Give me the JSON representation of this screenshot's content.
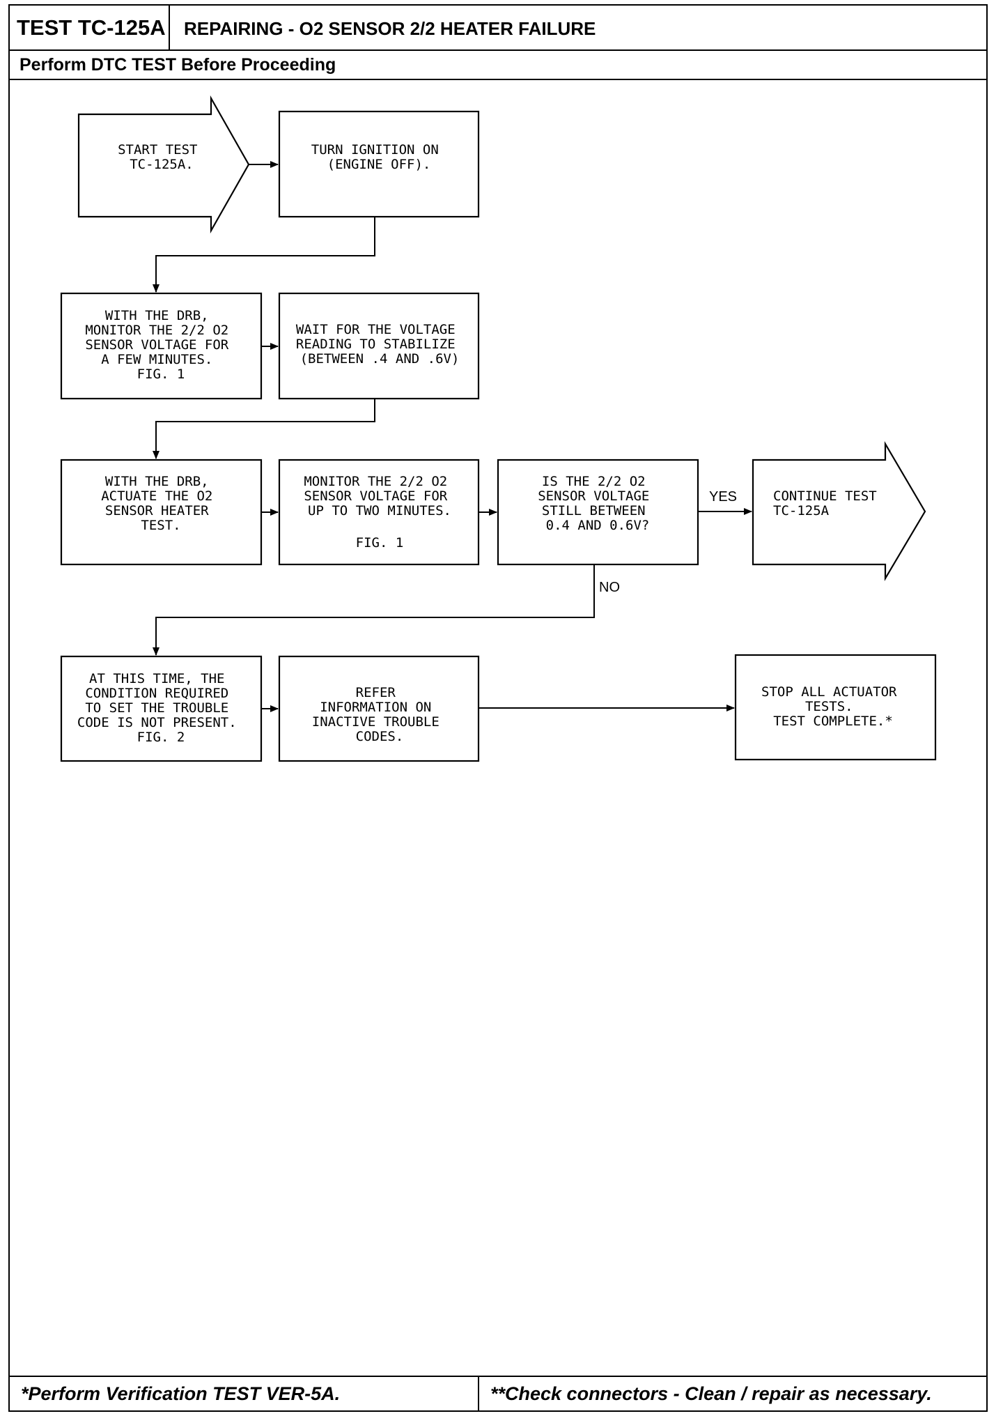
{
  "header": {
    "test_id": "TEST TC-125A",
    "title": "REPAIRING - O2 SENSOR 2/2 HEATER FAILURE",
    "subtitle": "Perform DTC TEST Before Proceeding"
  },
  "footer": {
    "left": "*Perform Verification TEST VER-5A.",
    "right": "**Check connectors - Clean / repair as necessary."
  },
  "flowchart": {
    "start": [
      "START TEST",
      "TC-125A."
    ],
    "ignition": [
      "TURN IGNITION ON",
      "(ENGINE OFF)."
    ],
    "monitor_few": [
      "WITH THE DRB,",
      "MONITOR THE 2/2 O2",
      "SENSOR VOLTAGE FOR",
      "A FEW MINUTES.",
      "FIG. 1"
    ],
    "wait": [
      "WAIT FOR THE VOLTAGE",
      "READING TO STABILIZE",
      "(BETWEEN .4 AND .6V)"
    ],
    "actuate": [
      "WITH THE DRB,",
      "ACTUATE THE O2",
      "SENSOR HEATER",
      "TEST."
    ],
    "monitor_two": [
      "MONITOR THE 2/2 O2",
      "SENSOR VOLTAGE FOR",
      "UP TO TWO MINUTES."
    ],
    "monitor_two_fig": "FIG. 1",
    "question": [
      "IS THE 2/2 O2",
      "SENSOR VOLTAGE",
      "STILL BETWEEN",
      "0.4 AND 0.6V?"
    ],
    "yes_label": "YES",
    "no_label": "NO",
    "continue": [
      "CONTINUE TEST",
      "TC-125A"
    ],
    "condition": [
      "AT THIS TIME, THE",
      "CONDITION REQUIRED",
      "TO SET THE TROUBLE",
      "CODE IS NOT PRESENT.",
      "FIG. 2"
    ],
    "refer": [
      "REFER",
      "INFORMATION ON",
      "INACTIVE TROUBLE",
      "CODES."
    ],
    "stop": [
      "STOP ALL ACTUATOR",
      "TESTS.",
      "TEST COMPLETE.*"
    ]
  }
}
